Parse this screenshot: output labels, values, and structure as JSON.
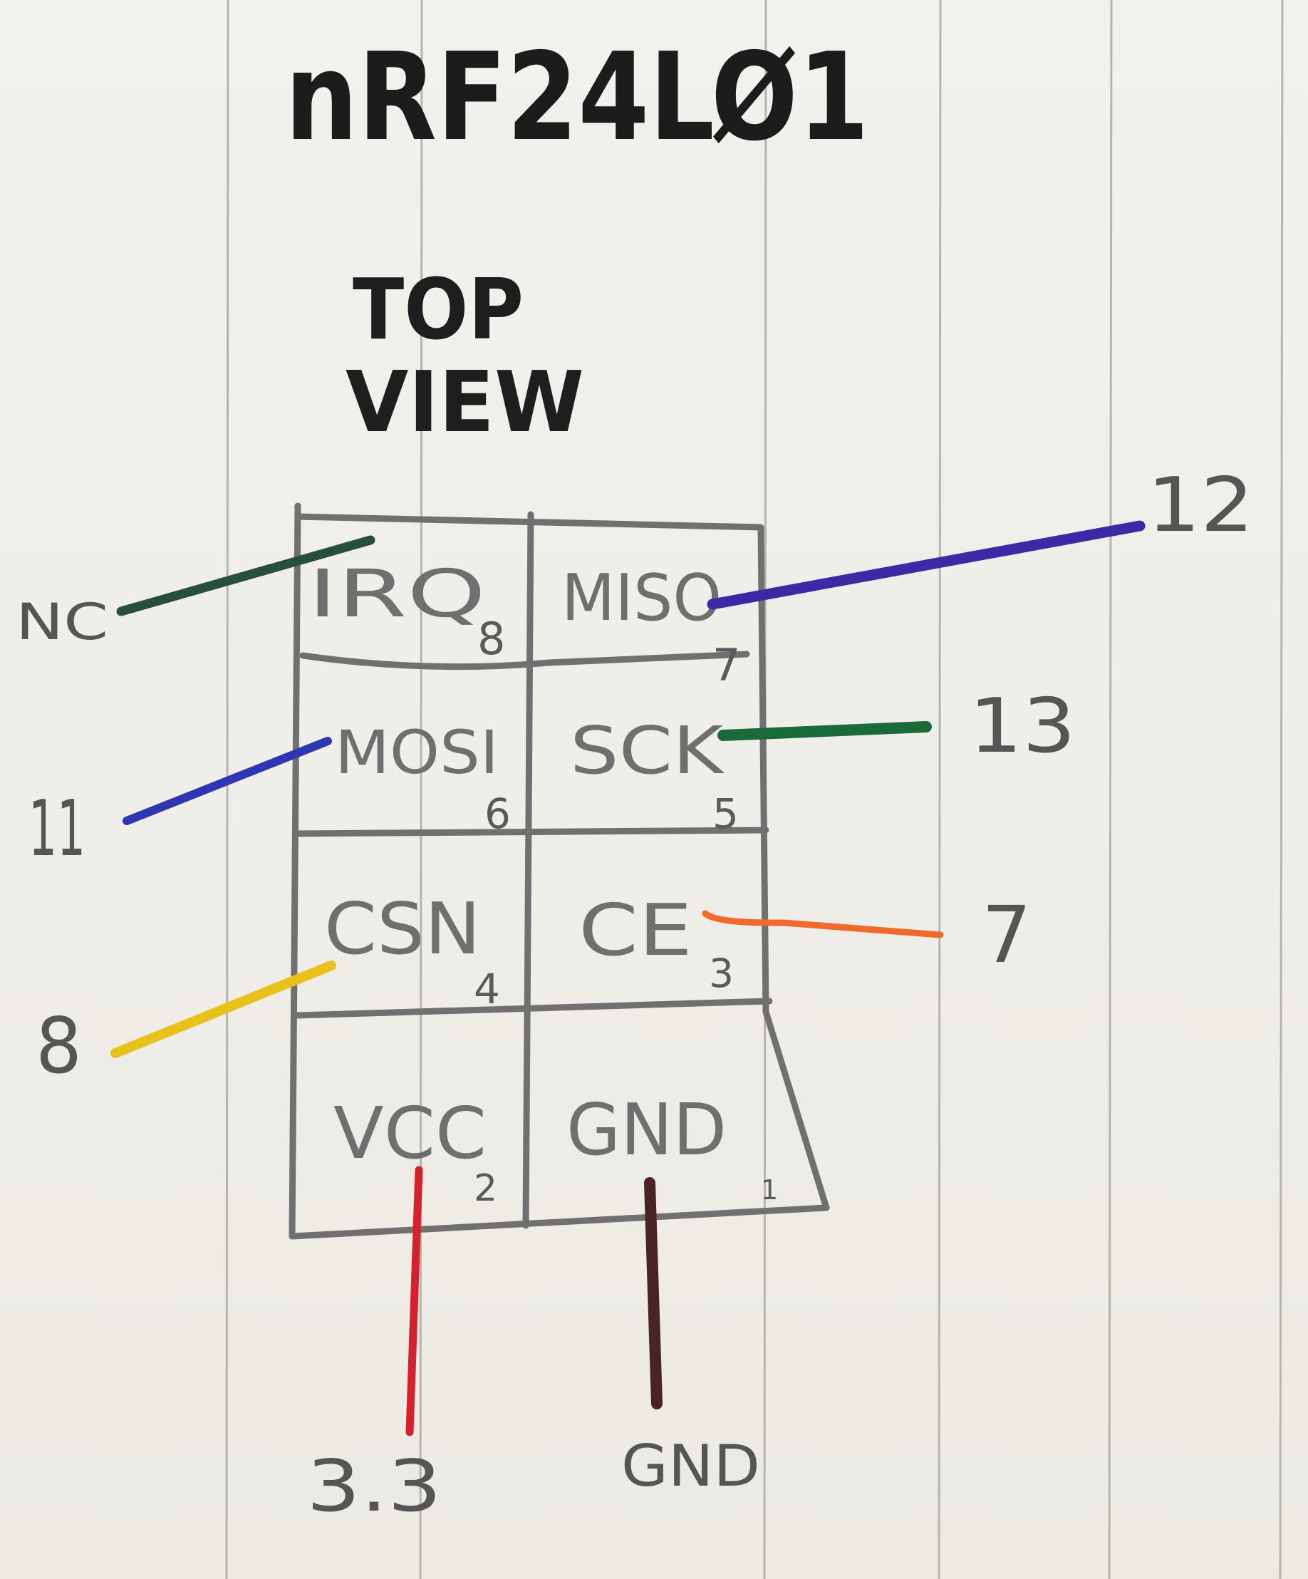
{
  "title": "nRF24LØ1",
  "heading": {
    "line1": "TOP",
    "line2": "VIEW"
  },
  "pins": {
    "irq": {
      "name": "IRQ",
      "number": "8",
      "connection": "NC",
      "wire_color": "#27503c"
    },
    "miso": {
      "name": "MISO",
      "number": "7",
      "connection": "12",
      "wire_color": "#3a2aa6"
    },
    "mosi": {
      "name": "MOSI",
      "number": "6",
      "connection": "11",
      "wire_color": "#3035b0"
    },
    "sck": {
      "name": "SCK",
      "number": "5",
      "connection": "13",
      "wire_color": "#1a6b3a"
    },
    "csn": {
      "name": "CSN",
      "number": "4",
      "connection": "8",
      "wire_color": "#e8c21a"
    },
    "ce": {
      "name": "CE",
      "number": "3",
      "connection": "7",
      "wire_color": "#f06a2c"
    },
    "vcc": {
      "name": "VCC",
      "number": "2",
      "connection": "3.3",
      "wire_color": "#d6202c"
    },
    "gnd": {
      "name": "GND",
      "number": "1",
      "connection": "GND",
      "wire_color": "#4a2424"
    }
  },
  "colors": {
    "paper": "#f1efe9",
    "rule": "#b7b4ae",
    "ink": "#1c1c1c",
    "pencil": "#707070"
  }
}
